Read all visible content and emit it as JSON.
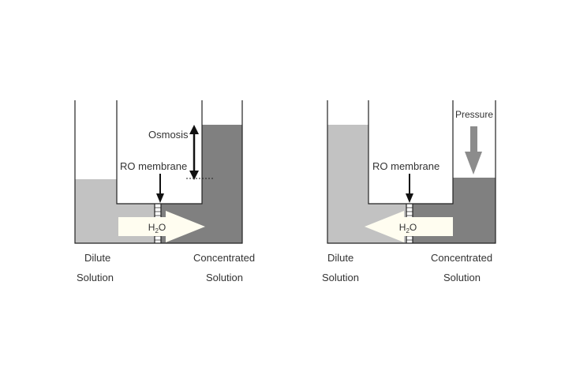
{
  "colors": {
    "dilute": "#c2c2c2",
    "concentrated": "#808080",
    "water_arrow": "#fffdf0",
    "pressure_arrow": "#8c8c8c",
    "outline": "#222222"
  },
  "icons": {
    "membrane_pointer": "down-arrow-icon",
    "osmosis_height": "double-headed-arrow-icon",
    "pressure": "down-arrow-icon",
    "water_flow_left": "right-arrow-icon",
    "water_flow_right": "left-arrow-icon"
  },
  "osmosis_panel": {
    "osmosis_label": "Osmosis",
    "membrane_label": "RO membrane",
    "water_h": "H",
    "water_sub": "2",
    "water_o": "O",
    "dilute_line1": "Dilute",
    "dilute_line2": "Solution",
    "concentrated_line1": "Concentrated",
    "concentrated_line2": "Solution"
  },
  "reverse_panel": {
    "pressure_label": "Pressure",
    "membrane_label": "RO membrane",
    "water_h": "H",
    "water_sub": "2",
    "water_o": "O",
    "dilute_line1": "Dilute",
    "dilute_line2": "Solution",
    "concentrated_line1": "Concentrated",
    "concentrated_line2": "Solution"
  }
}
